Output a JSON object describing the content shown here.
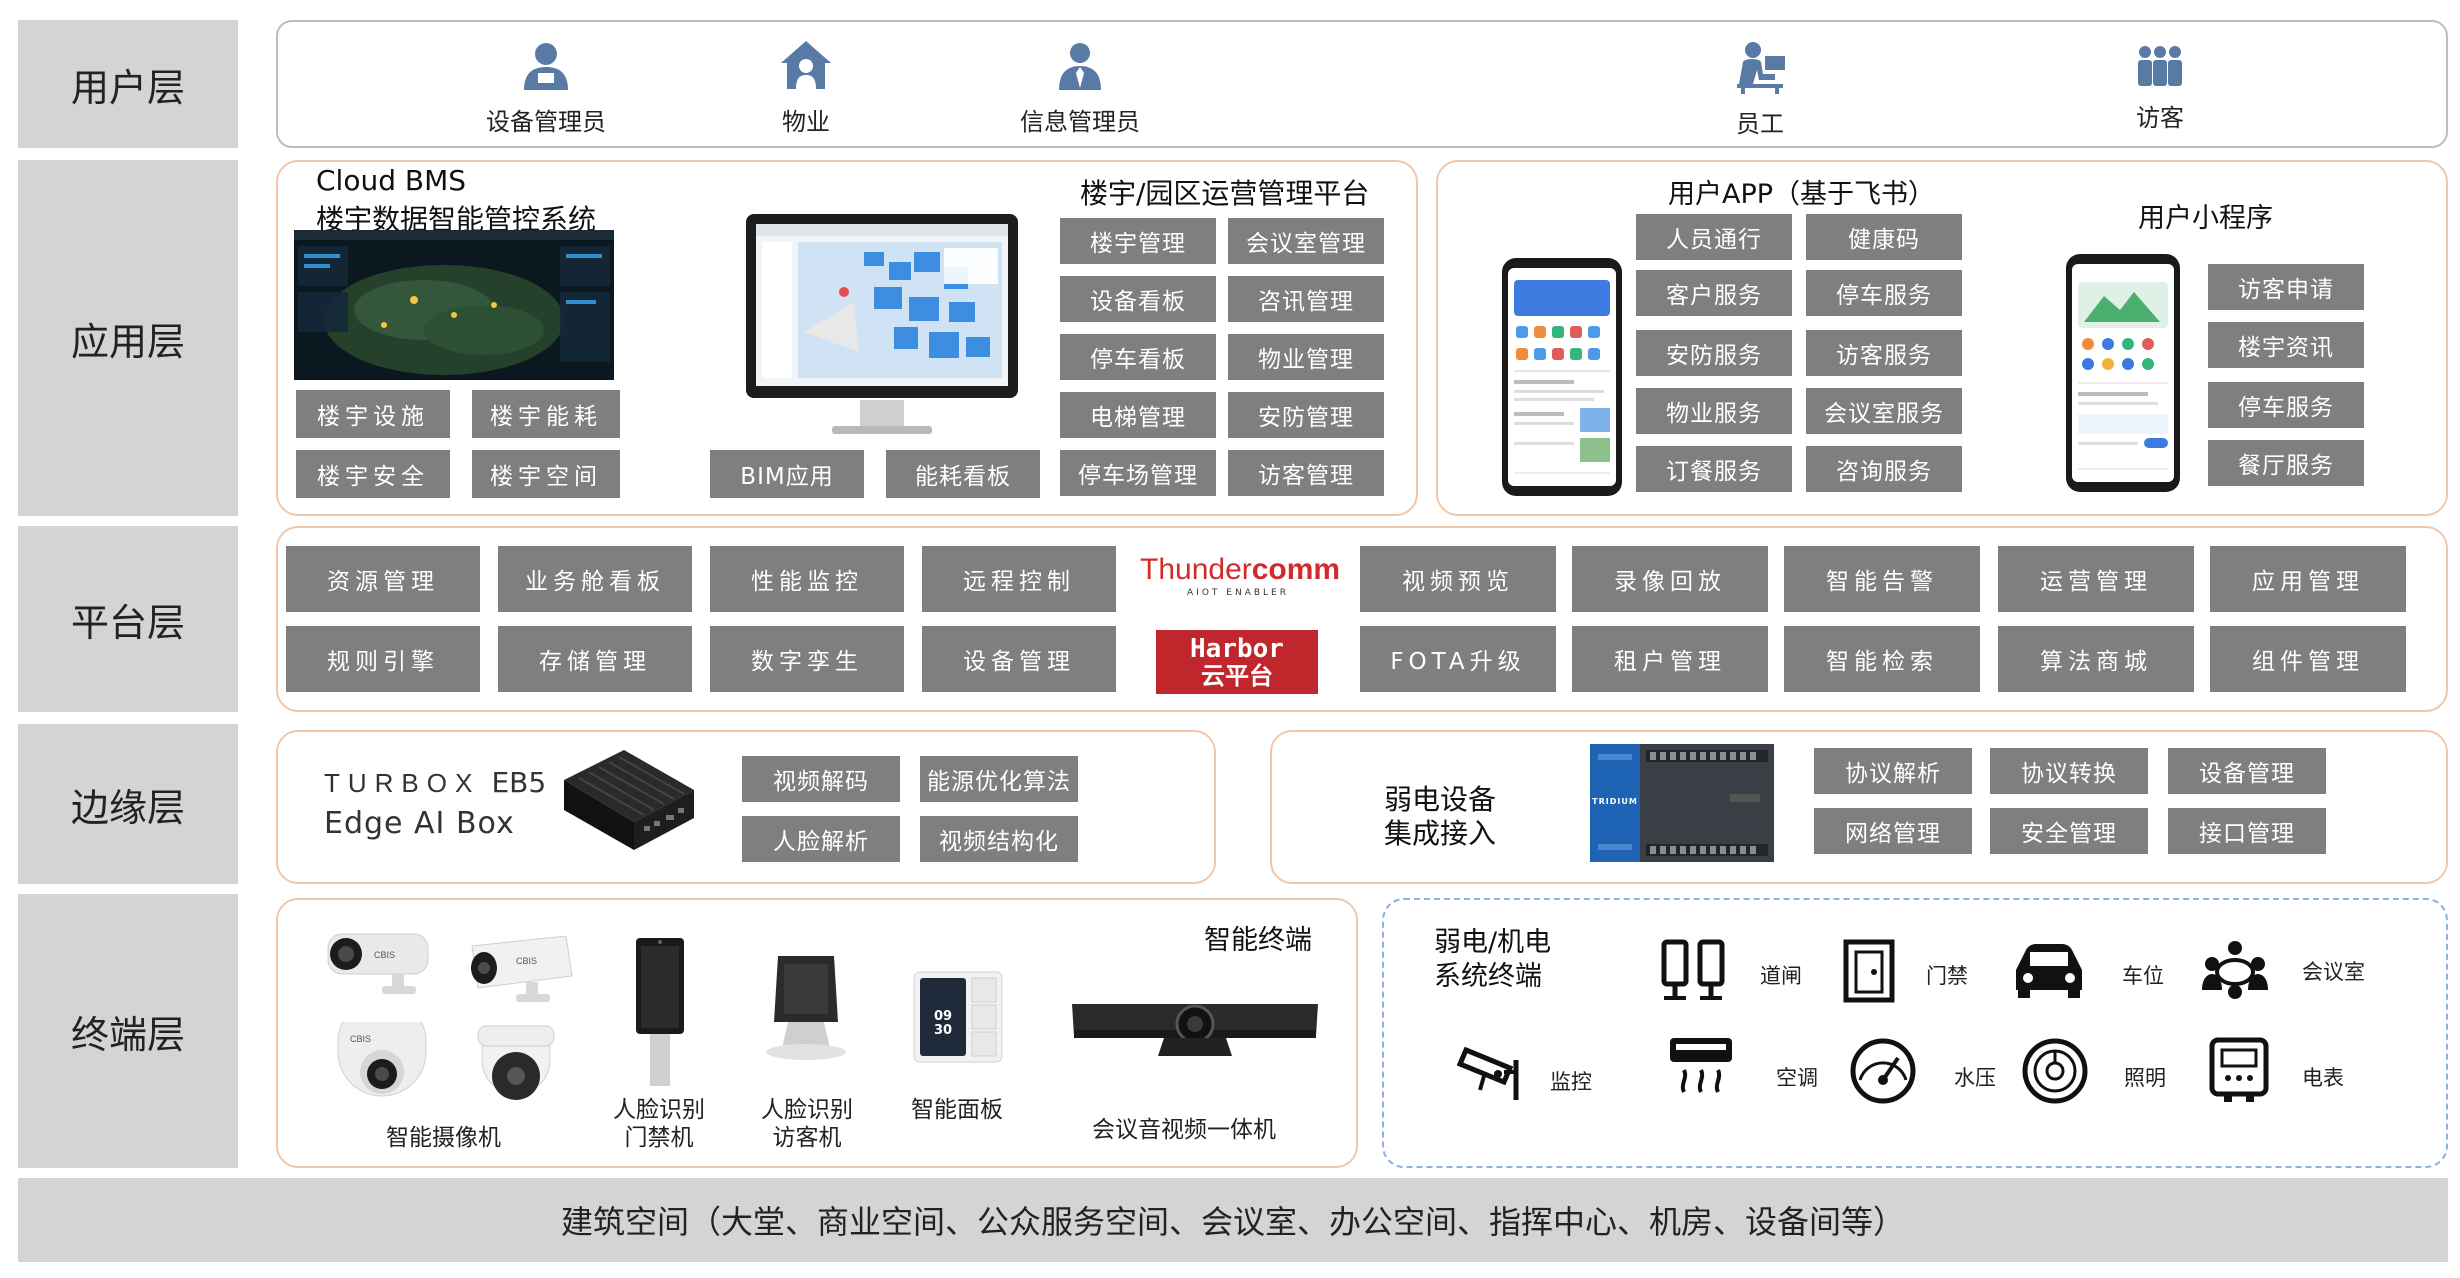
{
  "layers": {
    "user": "用户层",
    "app": "应用层",
    "platform": "平台层",
    "edge": "边缘层",
    "terminal": "终端层"
  },
  "user_layer": {
    "items": [
      {
        "label": "设备管理员",
        "icon": "admin-icon"
      },
      {
        "label": "物业",
        "icon": "house-icon"
      },
      {
        "label": "信息管理员",
        "icon": "manager-icon"
      },
      {
        "label": "员工",
        "icon": "employee-icon"
      },
      {
        "label": "访客",
        "icon": "visitors-icon"
      }
    ]
  },
  "app_layer": {
    "cloud_bms": {
      "title_line1": "Cloud BMS",
      "title_line2": "楼宇数据智能管控系统",
      "buttons": [
        "楼宇设施",
        "楼宇能耗",
        "楼宇安全",
        "楼宇空间"
      ]
    },
    "ops_platform": {
      "title": "楼宇/园区运营管理平台",
      "buttons": [
        "楼宇管理",
        "会议室管理",
        "设备看板",
        "咨讯管理",
        "停车看板",
        "物业管理",
        "电梯管理",
        "安防管理",
        "停车场管理",
        "访客管理"
      ],
      "bottom_buttons": [
        "BIM应用",
        "能耗看板"
      ]
    },
    "user_app": {
      "title": "用户APP（基于飞书）",
      "buttons": [
        "人员通行",
        "健康码",
        "客户服务",
        "停车服务",
        "安防服务",
        "访客服务",
        "物业服务",
        "会议室服务",
        "订餐服务",
        "咨询服务"
      ]
    },
    "mini_program": {
      "title": "用户小程序",
      "buttons": [
        "访客申请",
        "楼宇资讯",
        "停车服务",
        "餐厅服务"
      ]
    }
  },
  "platform_layer": {
    "left_buttons": [
      "资源管理",
      "业务舱看板",
      "性能监控",
      "远程控制",
      "规则引擎",
      "存储管理",
      "数字孪生",
      "设备管理"
    ],
    "brand1": {
      "name_a": "Thunder",
      "name_b": "comm",
      "tagline": "AIOT ENABLER"
    },
    "brand2": {
      "line1": "Harbor",
      "line2": "云平台"
    },
    "right_buttons": [
      "视频预览",
      "录像回放",
      "智能告警",
      "运营管理",
      "应用管理",
      "FOTA升级",
      "租户管理",
      "智能检索",
      "算法商城",
      "组件管理"
    ]
  },
  "edge_layer": {
    "turbox": {
      "brand": "TURBOX",
      "model": "EB5",
      "subtitle": "Edge AI Box"
    },
    "turbox_buttons": [
      "视频解码",
      "能源优化算法",
      "人脸解析",
      "视频结构化"
    ],
    "weak": {
      "title_line1": "弱电设备",
      "title_line2": "集成接入",
      "device_label": "TRIDIUM"
    },
    "weak_buttons": [
      "协议解析",
      "协议转换",
      "设备管理",
      "网络管理",
      "安全管理",
      "接口管理"
    ]
  },
  "terminal_layer": {
    "smart": {
      "title": "智能终端",
      "items": [
        {
          "label": "智能摄像机"
        },
        {
          "label_line1": "人脸识别",
          "label_line2": "门禁机"
        },
        {
          "label_line1": "人脸识别",
          "label_line2": "访客机"
        },
        {
          "label": "智能面板",
          "screen_line1": "09",
          "screen_line2": "30"
        },
        {
          "label": "会议音视频一体机"
        }
      ],
      "camera_brand": "CBIS"
    },
    "weak_terminal": {
      "title_line1": "弱电/机电",
      "title_line2": "系统终端",
      "row1": [
        {
          "label": "道闸",
          "icon": "barrier-icon"
        },
        {
          "label": "门禁",
          "icon": "door-icon"
        },
        {
          "label": "车位",
          "icon": "car-icon"
        },
        {
          "label": "会议室",
          "icon": "meeting-icon"
        }
      ],
      "row2": [
        {
          "label": "监控",
          "icon": "cctv-icon"
        },
        {
          "label": "空调",
          "icon": "aircon-icon"
        },
        {
          "label": "水压",
          "icon": "gauge-icon"
        },
        {
          "label": "照明",
          "icon": "light-icon"
        },
        {
          "label": "电表",
          "icon": "meter-icon"
        }
      ]
    }
  },
  "footer": {
    "text": "建筑空间（大堂、商业空间、公众服务空间、会议室、办公空间、指挥中心、机房、设备间等）"
  },
  "colors": {
    "layer_bg": "#d4d4d4",
    "button": "#7f7f7f",
    "orange_border": "#f1c7a9",
    "blue_border": "#8fb0dd",
    "thunder_red": "#d22b2b",
    "harbor_red": "#c0262b",
    "tridium_blue": "#1f63b4",
    "icon_blue": "#5a7aa6"
  }
}
